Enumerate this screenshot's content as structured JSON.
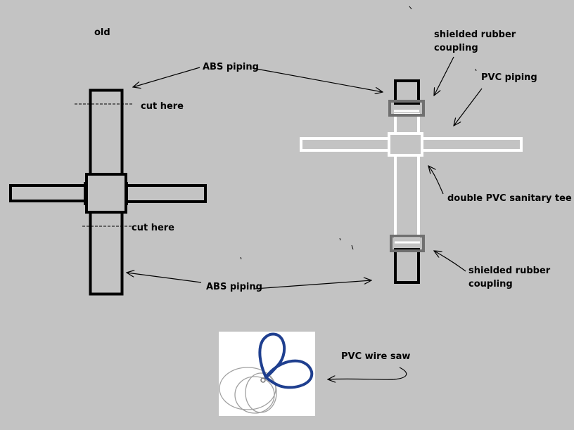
{
  "diagram": {
    "background_color": "#c3c3c3",
    "colors": {
      "abs_pipe": "#000000",
      "pvc_pipe": "#ffffff",
      "coupling": "#707070",
      "arrow": "#000000",
      "wire_saw_handle": "#1f3f8f",
      "wire_saw_wire": "#a0a0a0"
    },
    "labels": {
      "old": "old",
      "abs_piping_top": "ABS piping",
      "abs_piping_bottom": "ABS piping",
      "cut_here_top": "cut here",
      "cut_here_bottom": "cut here",
      "shielded_coupling_top_line1": "shielded rubber",
      "shielded_coupling_top_line2": "coupling",
      "pvc_piping": "PVC piping",
      "double_pvc_tee": "double PVC sanitary tee",
      "shielded_coupling_bottom_line1": "shielded rubber",
      "shielded_coupling_bottom_line2": "coupling",
      "pvc_wire_saw": "PVC wire saw"
    },
    "icons": [
      "arrow",
      "wire-saw-photo"
    ]
  }
}
